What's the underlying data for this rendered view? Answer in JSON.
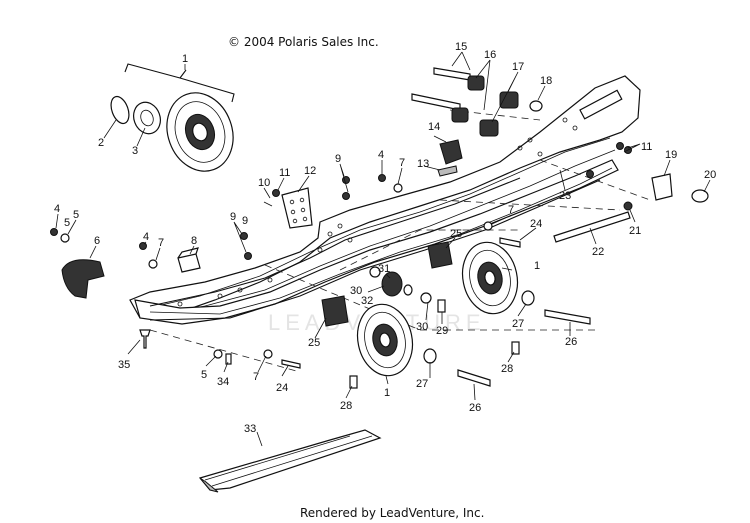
{
  "copyright": "© 2004 Polaris Sales Inc.",
  "watermark": "LEADVENTURE",
  "footer": "Rendered by LeadVenture, Inc.",
  "callouts": [
    "1",
    "1",
    "1",
    "2",
    "3",
    "4",
    "4",
    "4",
    "5",
    "5",
    "5",
    "6",
    "7",
    "7",
    "7",
    "7",
    "8",
    "9",
    "9",
    "9",
    "10",
    "11",
    "11",
    "12",
    "13",
    "14",
    "15",
    "16",
    "17",
    "18",
    "19",
    "20",
    "21",
    "22",
    "23",
    "24",
    "24",
    "25",
    "25",
    "26",
    "26",
    "27",
    "27",
    "28",
    "28",
    "29",
    "30",
    "30",
    "31",
    "32",
    "33",
    "34",
    "35"
  ]
}
